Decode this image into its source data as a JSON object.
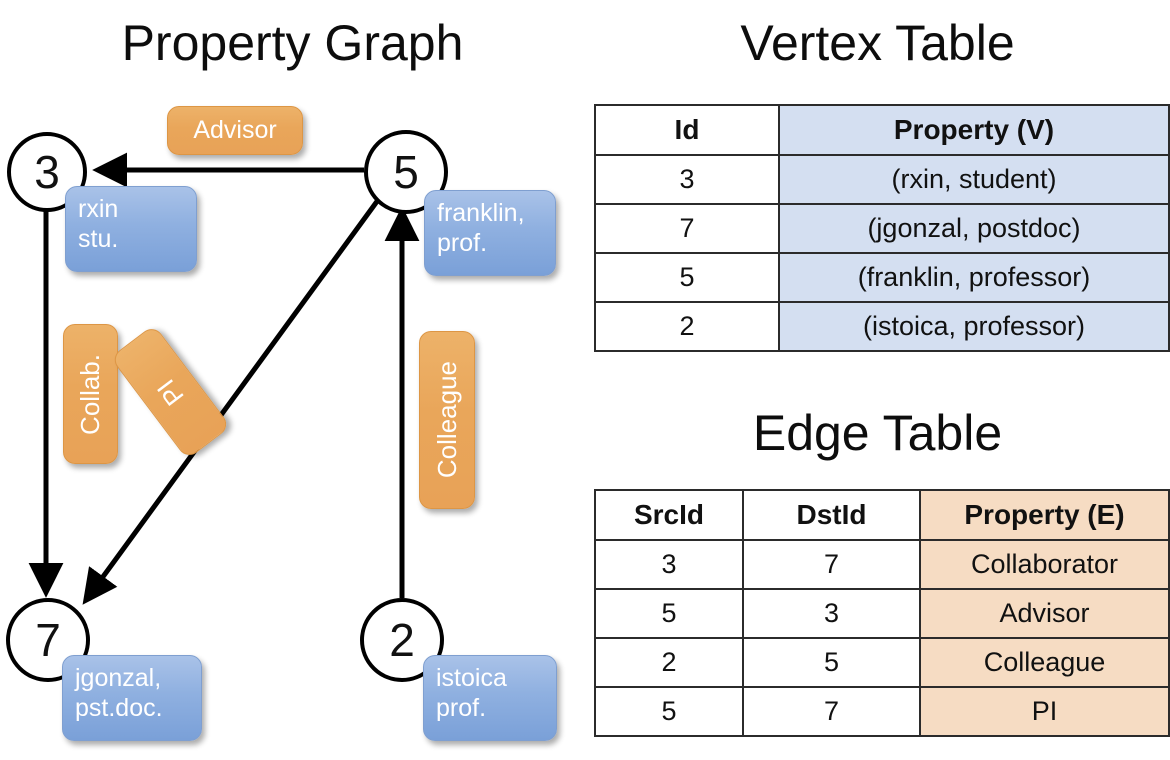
{
  "titles": {
    "property_graph": "Property Graph",
    "vertex_table": "Vertex Table",
    "edge_table": "Edge Table"
  },
  "colors": {
    "vertex_property_fill": "#d4dff1",
    "edge_property_fill": "#f6dcc3",
    "node_property_box": "#8fb0e0",
    "edge_label_box": "#e9a65a",
    "stroke": "#000000"
  },
  "graph": {
    "nodes": [
      {
        "id": "3",
        "property_label": "rxin\nstu."
      },
      {
        "id": "5",
        "property_label": "franklin,\nprof."
      },
      {
        "id": "7",
        "property_label": "jgonzal,\npst.doc."
      },
      {
        "id": "2",
        "property_label": "istoica\nprof."
      }
    ],
    "node_labels": {
      "n3": "3",
      "n5": "5",
      "n7": "7",
      "n2": "2"
    },
    "node_property_lines": {
      "n3_line1": "rxin",
      "n3_line2": "stu.",
      "n5_line1": "franklin,",
      "n5_line2": "prof.",
      "n7_line1": "jgonzal,",
      "n7_line2": "pst.doc.",
      "n2_line1": "istoica",
      "n2_line2": "prof."
    },
    "edge_labels": {
      "advisor": "Advisor",
      "collab": "Collab.",
      "pi": "PI",
      "colleague": "Colleague"
    },
    "edges": [
      {
        "src": "5",
        "dst": "3",
        "label": "Advisor"
      },
      {
        "src": "3",
        "dst": "7",
        "label": "Collab."
      },
      {
        "src": "5",
        "dst": "7",
        "label": "PI"
      },
      {
        "src": "2",
        "dst": "5",
        "label": "Colleague"
      }
    ]
  },
  "vertex_table": {
    "headers": [
      "Id",
      "Property (V)"
    ],
    "header_id": "Id",
    "header_property": "Property (V)",
    "rows": [
      {
        "id": "3",
        "property": "(rxin, student)"
      },
      {
        "id": "7",
        "property": "(jgonzal, postdoc)"
      },
      {
        "id": "5",
        "property": "(franklin, professor)"
      },
      {
        "id": "2",
        "property": "(istoica, professor)"
      }
    ]
  },
  "edge_table": {
    "headers": [
      "SrcId",
      "DstId",
      "Property (E)"
    ],
    "header_src": "SrcId",
    "header_dst": "DstId",
    "header_property": "Property (E)",
    "rows": [
      {
        "src": "3",
        "dst": "7",
        "property": "Collaborator"
      },
      {
        "src": "5",
        "dst": "3",
        "property": "Advisor"
      },
      {
        "src": "2",
        "dst": "5",
        "property": "Colleague"
      },
      {
        "src": "5",
        "dst": "7",
        "property": "PI"
      }
    ]
  }
}
